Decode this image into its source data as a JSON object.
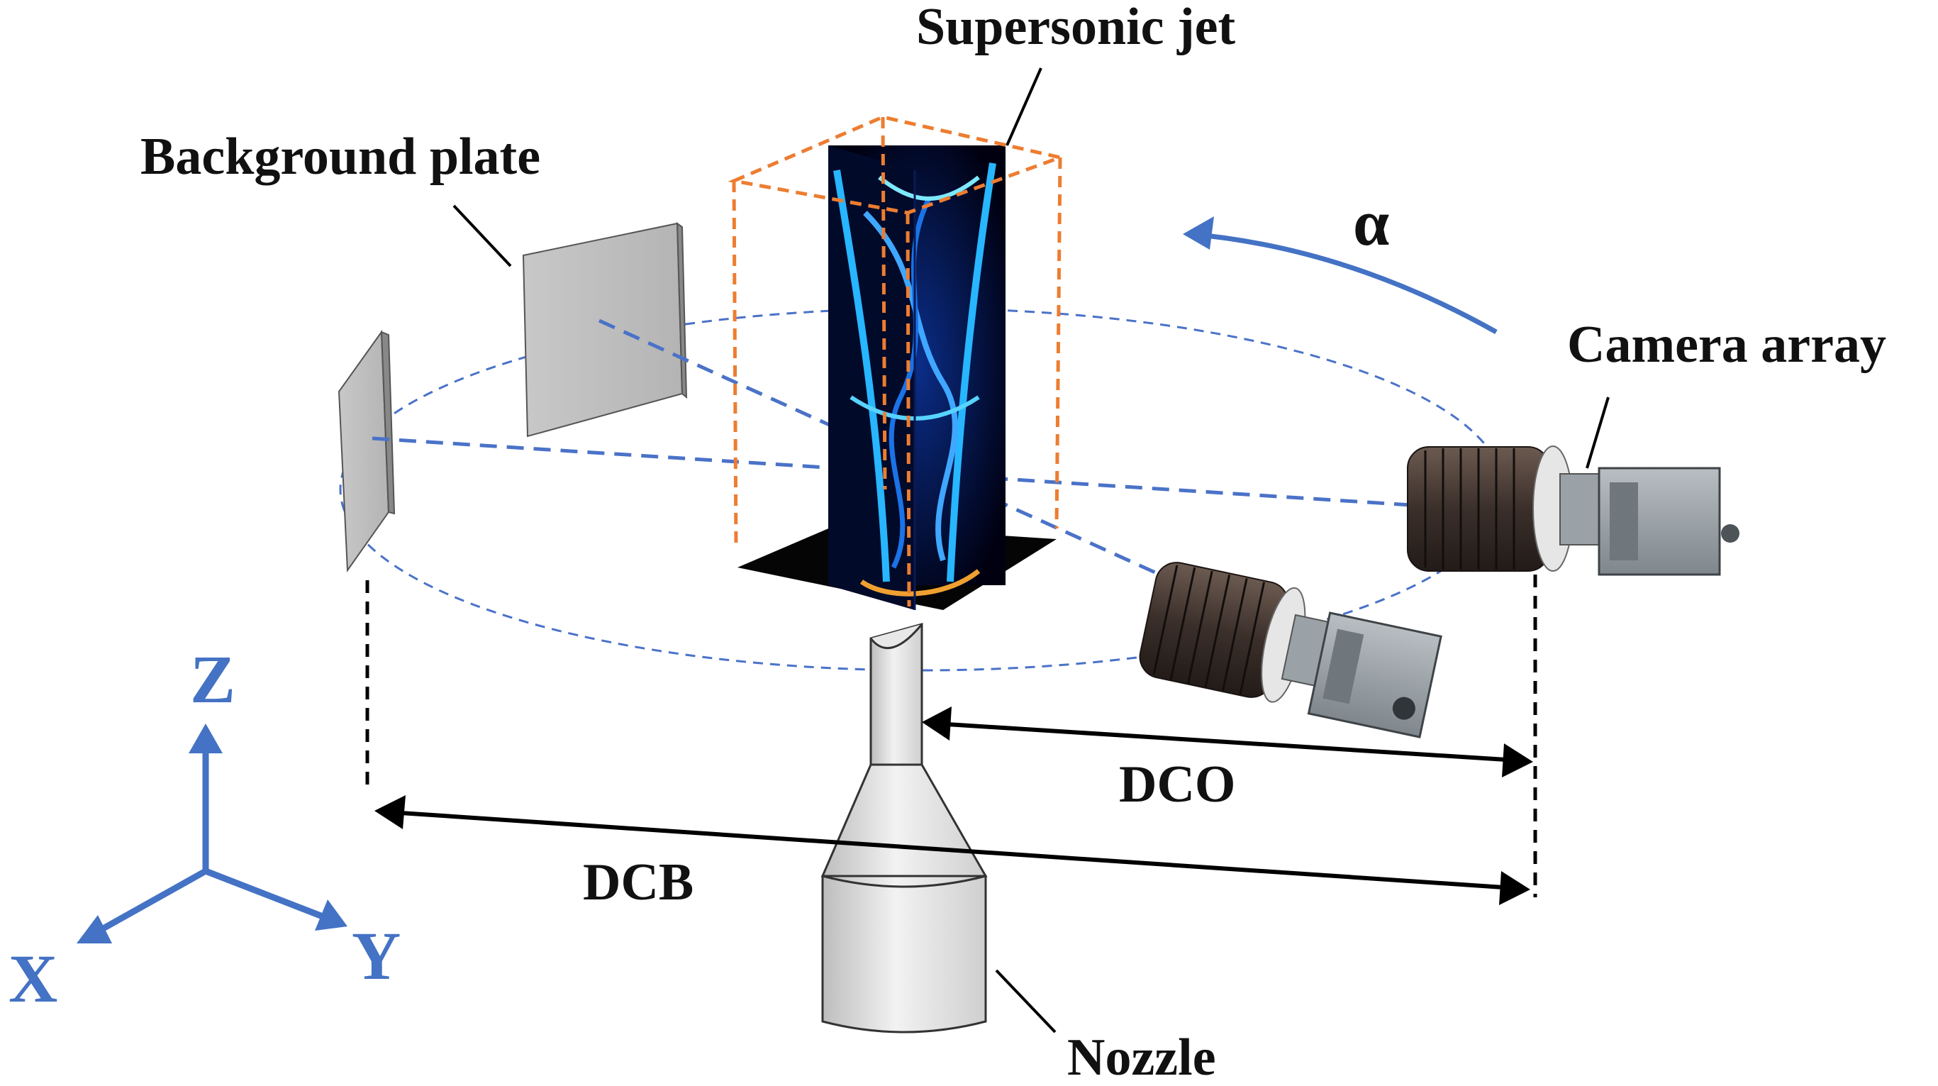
{
  "labels": {
    "supersonic_jet": "Supersonic jet",
    "background_plate": "Background plate",
    "camera_array": "Camera array",
    "nozzle": "Nozzle",
    "dco": "DCO",
    "dcb": "DCB",
    "alpha": "α"
  },
  "axes": {
    "z": "Z",
    "x": "X",
    "y": "Y"
  },
  "colors": {
    "dashed_blue": "#4a72c8",
    "axis_blue": "#4472c4",
    "bbox_orange": "#ed7d31",
    "arrow_black": "#000000"
  }
}
